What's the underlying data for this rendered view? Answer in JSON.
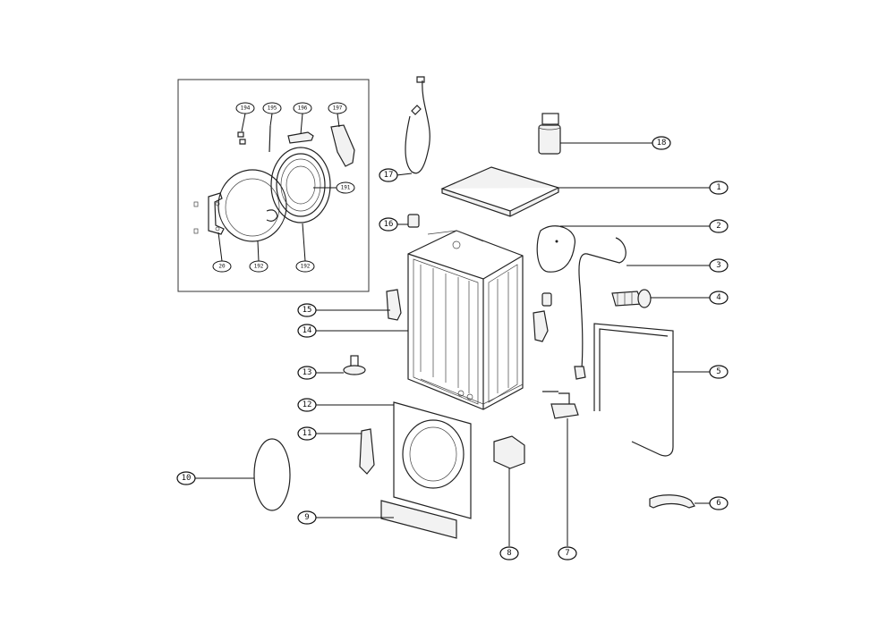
{
  "callouts": {
    "c1": "1",
    "c2": "2",
    "c3": "3",
    "c4": "4",
    "c5": "5",
    "c6": "6",
    "c7": "7",
    "c8": "8",
    "c9": "9",
    "c10": "10",
    "c11": "11",
    "c12": "12",
    "c13": "13",
    "c14": "14",
    "c15": "15",
    "c16": "16",
    "c17": "17",
    "c18": "18",
    "c20": "20",
    "c191": "191",
    "c192a": "192",
    "c192b": "192",
    "c194": "194",
    "c195": "195",
    "c196": "196",
    "c197": "197"
  }
}
